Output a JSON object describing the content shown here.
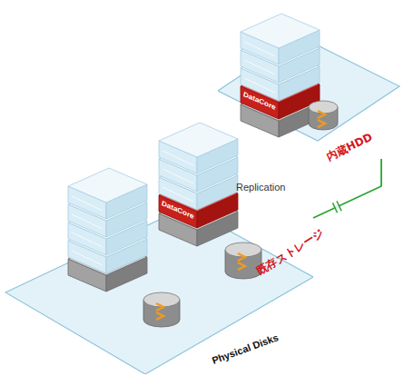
{
  "diagram": {
    "nodes": [
      {
        "text": [
          "既存ストレージ",
          "Physical Disks"
        ]
      },
      {
        "text": [
          "内蔵HDD"
        ]
      }
    ],
    "edges": [
      {
        "from": 0,
        "to": 1,
        "arrow": "none",
        "label": "Replication"
      }
    ],
    "labels": [
      "DataCore",
      "DataCore",
      "DataCore"
    ]
  }
}
